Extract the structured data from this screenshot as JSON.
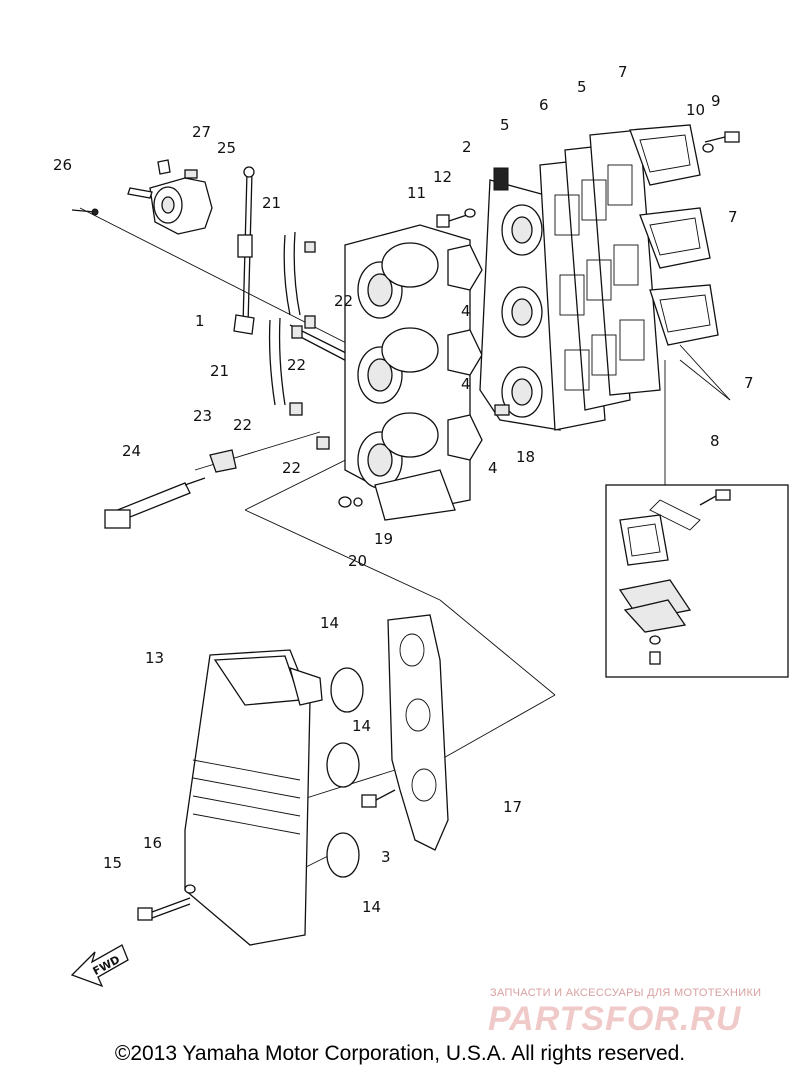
{
  "labels": {
    "l1": "1",
    "l2": "2",
    "l3": "3",
    "l4a": "4",
    "l4b": "4",
    "l4c": "4",
    "l5a": "5",
    "l5b": "5",
    "l6": "6",
    "l7a": "7",
    "l7b": "7",
    "l7c": "7",
    "l8": "8",
    "l9": "9",
    "l10": "10",
    "l11": "11",
    "l12": "12",
    "l13": "13",
    "l14a": "14",
    "l14b": "14",
    "l14c": "14",
    "l15": "15",
    "l16": "16",
    "l17": "17",
    "l18": "18",
    "l19": "19",
    "l20": "20",
    "l21a": "21",
    "l21b": "21",
    "l22a": "22",
    "l22b": "22",
    "l22c": "22",
    "l22d": "22",
    "l23": "23",
    "l24": "24",
    "l25": "25",
    "l26": "26",
    "l27": "27"
  },
  "fwd_label": "FWD",
  "watermark": {
    "tagline": "ЗАПЧАСТИ И АКСЕССУАРЫ ДЛЯ МОТОТЕХНИКИ",
    "brand": "PARTSFOR.RU"
  },
  "copyright": "©2013 Yamaha Motor Corporation, U.S.A. All rights reserved."
}
